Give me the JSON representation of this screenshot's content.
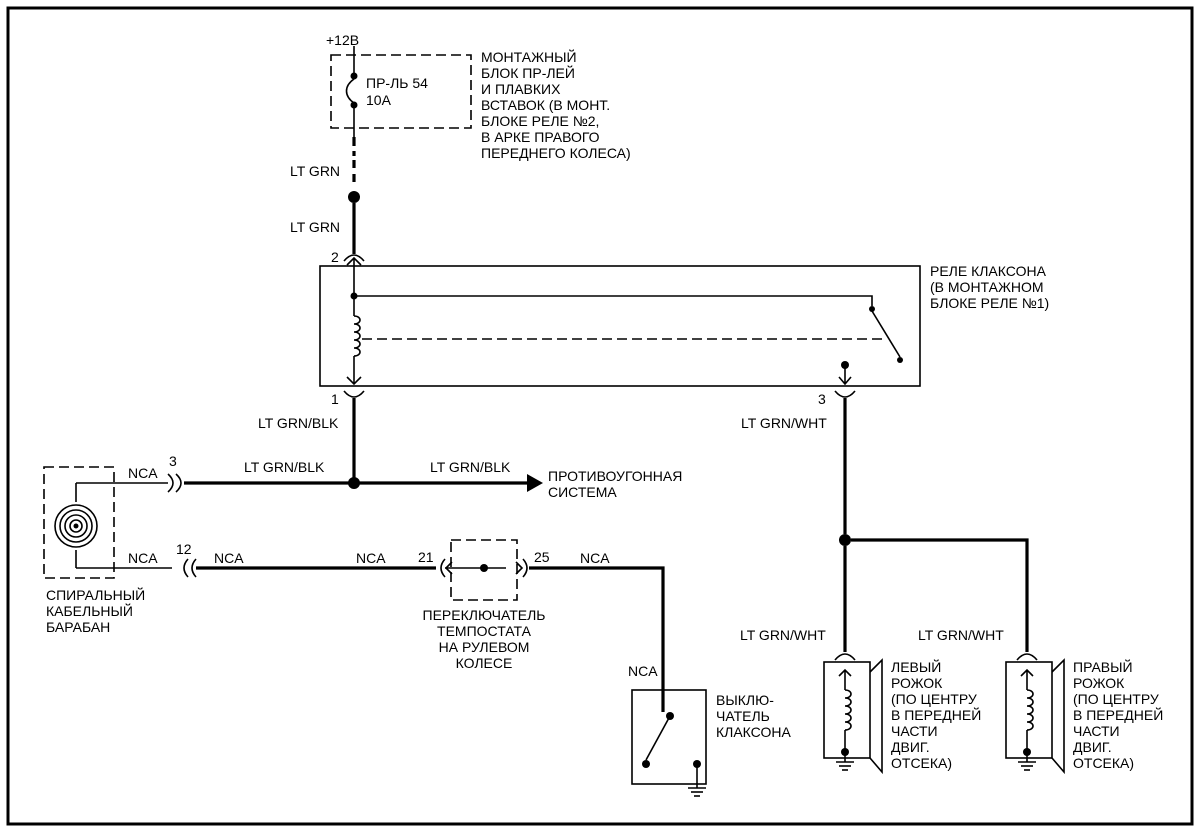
{
  "diagram": {
    "supply": {
      "voltage": "+12В"
    },
    "fuse_block": {
      "fuse_label": "ПР-ЛЬ 54",
      "fuse_rating": "10A",
      "caption": [
        "МОНТАЖНЫЙ",
        "БЛОК ПР-ЛЕЙ",
        "И ПЛАВКИХ",
        "ВСТАВОК (В МОНТ.",
        "БЛОКЕ РЕЛЕ №2,",
        "В АРКЕ ПРАВОГО",
        "ПЕРЕДНЕГО КОЛЕСА)"
      ]
    },
    "wires": {
      "top_upper": "LT GRN",
      "top_lower": "LT GRN",
      "relay_out_left": "LT GRN/BLK",
      "drum_to_junction": "LT GRN/BLK",
      "junction_to_antitheft": "LT GRN/BLK",
      "relay_out_right": "LT GRN/WHT",
      "left_horn": "LT GRN/WHT",
      "right_horn": "LT GRN/WHT",
      "nca_drum_top": "NCA",
      "nca_drum_bottom": "NCA",
      "nca_after_12": "NCA",
      "nca_before_21": "NCA",
      "nca_after_25": "NCA",
      "nca_vertical": "NCA"
    },
    "relay": {
      "caption": [
        "РЕЛЕ КЛАКСОНА",
        "(В МОНТАЖНОМ",
        "БЛОКЕ РЕЛЕ №1)"
      ],
      "pin_2": "2",
      "pin_1": "1",
      "pin_3": "3"
    },
    "antitheft": {
      "caption": [
        "ПРОТИВОУГОННАЯ",
        "СИСТЕМА"
      ]
    },
    "clock_spring": {
      "caption": [
        "СПИРАЛЬНЫЙ",
        "КАБЕЛЬНЫЙ",
        "БАРАБАН"
      ],
      "pin_top": "3",
      "pin_bottom": "12"
    },
    "cruise_switch": {
      "caption": [
        "ПЕРЕКЛЮЧАТЕЛЬ",
        "ТЕМПОСТАТА",
        "НА РУЛЕВОМ",
        "КОЛЕСЕ"
      ],
      "pin_left": "21",
      "pin_right": "25"
    },
    "horn_switch": {
      "caption": [
        "ВЫКЛЮ-",
        "ЧАТЕЛЬ",
        "КЛАКСОНА"
      ]
    },
    "left_horn": {
      "caption": [
        "ЛЕВЫЙ",
        "РОЖОК",
        "(ПО ЦЕНТРУ",
        "В ПЕРЕДНЕЙ",
        "ЧАСТИ",
        "ДВИГ.",
        "ОТСЕКА)"
      ]
    },
    "right_horn": {
      "caption": [
        "ПРАВЫЙ",
        "РОЖОК",
        "(ПО ЦЕНТРУ",
        "В ПЕРЕДНЕЙ",
        "ЧАСТИ",
        "ДВИГ.",
        "ОТСЕКА)"
      ]
    }
  }
}
